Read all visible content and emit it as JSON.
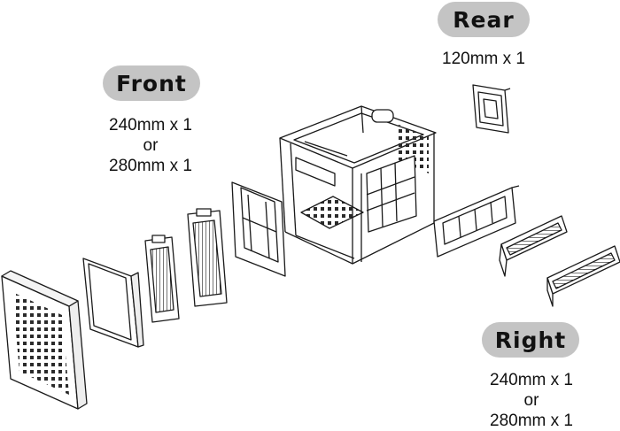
{
  "labels": {
    "rear": {
      "title": "Rear",
      "lines": [
        "120mm x 1"
      ]
    },
    "front": {
      "title": "Front",
      "lines": [
        "240mm x 1",
        "or",
        "280mm x 1"
      ]
    },
    "right": {
      "title": "Right",
      "lines": [
        "240mm x 1",
        "or",
        "280mm x 1"
      ]
    }
  },
  "colors": {
    "pill": "#c4c4c4",
    "line": "#1a1a1a",
    "mesh": "#2a2a2a"
  }
}
